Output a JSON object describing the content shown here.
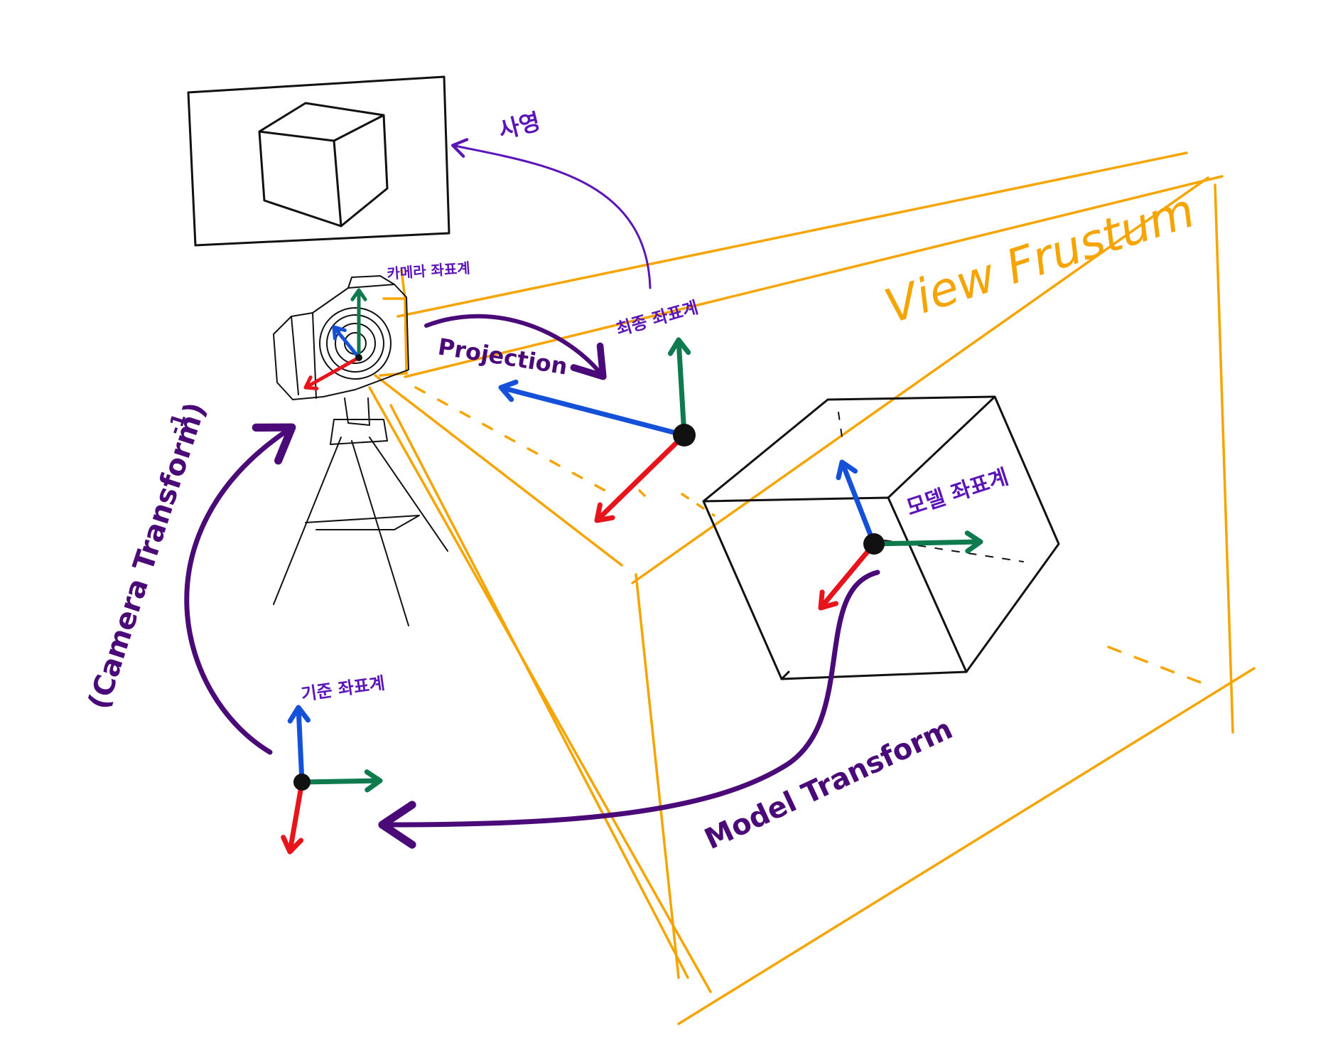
{
  "labels": {
    "projection_screen": "사영",
    "camera_coords": "카메라 좌표계",
    "projection": "Projection",
    "final_coords": "최종 좌표계",
    "view_frustum": "View Frustum",
    "model_coords": "모델 좌표계",
    "camera_transform": "(Camera Transform)",
    "camera_transform_exponent": "-1",
    "reference_coords": "기준 좌표계",
    "model_transform": "Model Transform"
  },
  "colors": {
    "ink": "#111111",
    "frustum": "#f5a400",
    "arrow_purple": "#4a0a78",
    "label_purple": "#5b14b8",
    "axis_red": "#e8141b",
    "axis_green": "#0e7a4e",
    "axis_blue": "#1450d8"
  }
}
